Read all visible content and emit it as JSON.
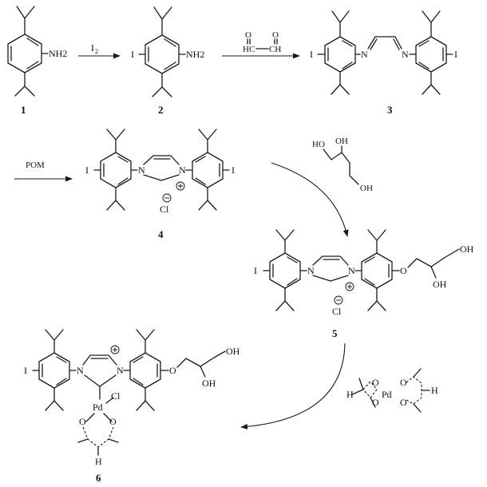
{
  "compounds": {
    "c1": {
      "number": "1",
      "group": "NH2"
    },
    "c2": {
      "number": "2",
      "halogen": "I",
      "group": "NH2"
    },
    "c3": {
      "number": "3",
      "halogen": "I",
      "n1": "N",
      "n2": "N"
    },
    "c4": {
      "number": "4",
      "halogen": "I",
      "n1": "N",
      "n2": "N",
      "anion": "Cl"
    },
    "c5": {
      "number": "5",
      "halogen": "I",
      "n1": "N",
      "n2": "N",
      "anion": "Cl",
      "ether_o": "O",
      "oh1": "OH",
      "oh2": "OH"
    },
    "c6": {
      "number": "6",
      "halogen": "I",
      "n1": "N",
      "n2": "N",
      "metal": "Pd",
      "chloride": "Cl",
      "ether_o": "O",
      "oh1": "OH",
      "oh2": "OH",
      "acac_o1": "O",
      "acac_o2": "O",
      "acac_h": "H"
    }
  },
  "reagents": {
    "iodine": "I",
    "iodine_sub": "2",
    "glyoxal_o1": "O",
    "glyoxal_o2": "O",
    "glyoxal_ch1": "HC",
    "glyoxal_ch2": "CH",
    "pom": "POM",
    "glycerol_oh1": "HO",
    "glycerol_oh2": "OH",
    "glycerol_oh3": "OH",
    "pd_acac_metal": "Pd",
    "pd_acac_o": "O",
    "pd_acac_h": "H"
  },
  "charges": {
    "imidazolium": "+",
    "chloride": "−"
  }
}
